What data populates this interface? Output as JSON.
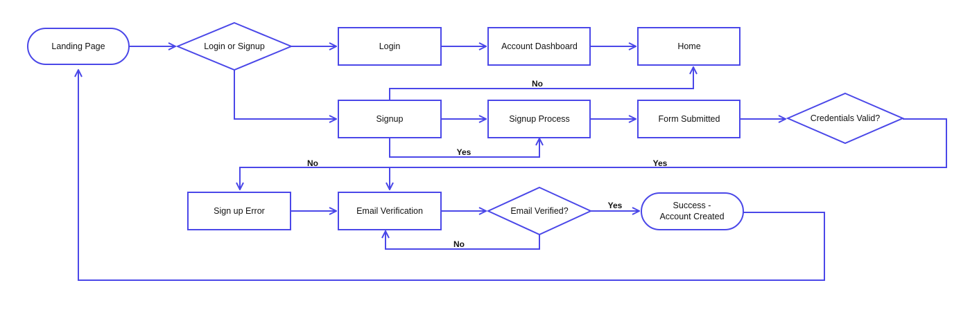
{
  "nodes": {
    "landing_page": {
      "label": "Landing Page"
    },
    "login_or_signup": {
      "label": "Login or Signup"
    },
    "login": {
      "label": "Login"
    },
    "account_dashboard": {
      "label": "Account Dashboard"
    },
    "home": {
      "label": "Home"
    },
    "signup": {
      "label": "Signup"
    },
    "signup_process": {
      "label": "Signup Process"
    },
    "form_submitted": {
      "label": "Form Submitted"
    },
    "credentials_valid": {
      "label": "Credentials Valid?"
    },
    "sign_up_error": {
      "label": "Sign up Error"
    },
    "email_verification": {
      "label": "Email Verification"
    },
    "email_verified": {
      "label": "Email Verified?"
    },
    "success": {
      "label_line1": "Success -",
      "label_line2": "Account Created"
    }
  },
  "edge_labels": {
    "signup_to_home": "No",
    "signup_to_signup_process": "Yes",
    "credentials_invalid": "No",
    "credentials_valid": "Yes",
    "email_verified_yes": "Yes",
    "email_verified_no": "No"
  },
  "colors": {
    "stroke": "#4a47e8",
    "text": "#111111",
    "background": "#ffffff"
  }
}
